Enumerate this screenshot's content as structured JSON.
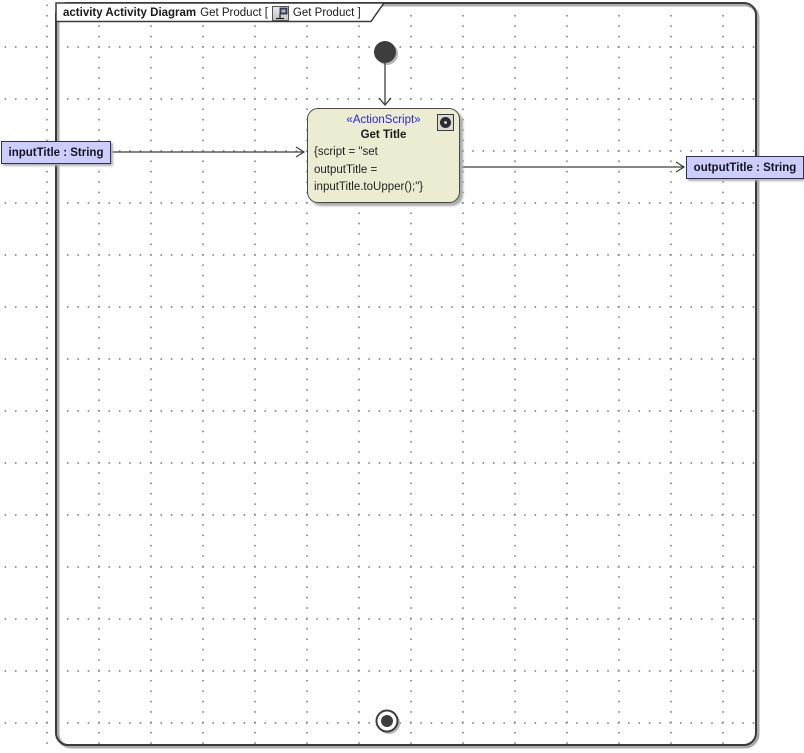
{
  "frame": {
    "header": {
      "keyword": "activity Activity Diagram",
      "name_left": "Get Product [",
      "name_right": "Get Product ]",
      "icon": "activity-diagram-icon"
    }
  },
  "nodes": {
    "initial_node": {
      "type": "initial-node"
    },
    "action": {
      "stereotype": "«ActionScript»",
      "title": "Get Title",
      "body_lines": [
        "{script = \"set",
        "outputTitle =",
        "inputTitle.toUpper();\"}"
      ],
      "corner_icon": "script-gear-icon"
    },
    "input_pin": {
      "label": "inputTitle : String"
    },
    "output_pin": {
      "label": "outputTitle : String"
    },
    "final_node": {
      "type": "activity-final-node"
    }
  },
  "colors": {
    "action_fill": "#ececd2",
    "pin_fill": "#ccccff",
    "stereotype_text": "#2a2ac8",
    "frame_border": "#3a3a3a",
    "grid_dot": "#8f8f8f",
    "node_dark": "#3d3d3d"
  }
}
